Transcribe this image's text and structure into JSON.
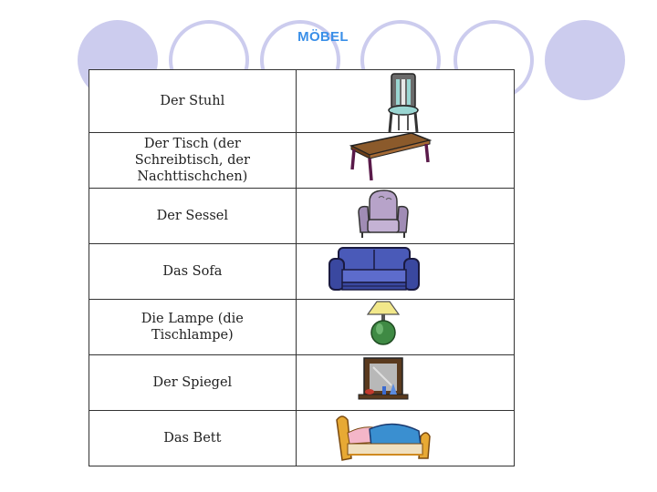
{
  "page": {
    "title": "MÖBEL"
  },
  "colors": {
    "circle": "#ccccee",
    "title": "#3a8fe8"
  },
  "vocabulary": [
    {
      "word": "Der Stuhl",
      "icon": "chair-icon"
    },
    {
      "word": "Der Tisch (der\n Schreibtisch, der\n Nachttischchen)",
      "icon": "table-icon"
    },
    {
      "word": "Der Sessel",
      "icon": "armchair-icon"
    },
    {
      "word": "Das Sofa",
      "icon": "sofa-icon"
    },
    {
      "word": "Die Lampe (die\n Tischlampe)",
      "icon": "lamp-icon"
    },
    {
      "word": "Der Spiegel",
      "icon": "mirror-icon"
    },
    {
      "word": "Das Bett",
      "icon": "bed-icon"
    }
  ]
}
